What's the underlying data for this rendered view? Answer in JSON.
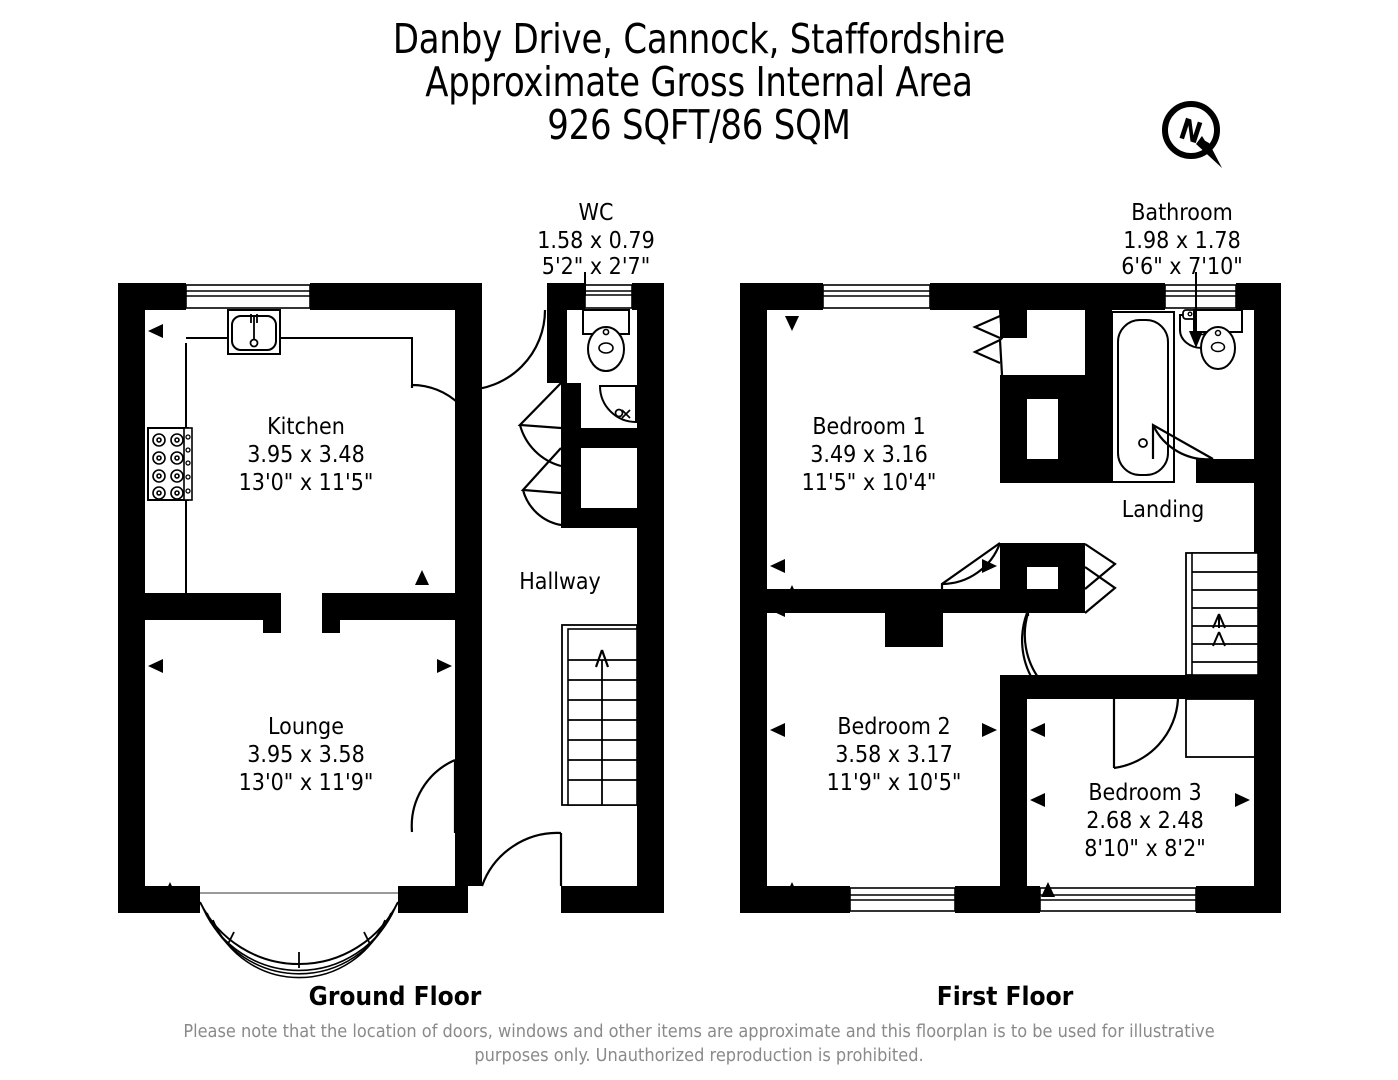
{
  "header": {
    "line1": "Danby Drive, Cannock, Staffordshire",
    "line2": "Approximate Gross Internal Area",
    "line3": "926 SQFT/86 SQM"
  },
  "compass": {
    "label": "N",
    "icon": "compass-north-icon"
  },
  "floors": [
    {
      "id": "ground",
      "caption": "Ground Floor",
      "rooms": [
        {
          "name": "Kitchen",
          "metric": "3.95 x 3.48",
          "imperial": "13'0\" x 11'5\""
        },
        {
          "name": "Lounge",
          "metric": "3.95 x 3.58",
          "imperial": "13'0\" x 11'9\""
        },
        {
          "name": "Hallway",
          "metric": "",
          "imperial": ""
        },
        {
          "name": "WC",
          "metric": "1.58 x 0.79",
          "imperial": "5'2\" x 2'7\""
        }
      ]
    },
    {
      "id": "first",
      "caption": "First Floor",
      "rooms": [
        {
          "name": "Bedroom 1",
          "metric": "3.49 x 3.16",
          "imperial": "11'5\" x 10'4\""
        },
        {
          "name": "Bedroom 2",
          "metric": "3.58 x 3.17",
          "imperial": "11'9\" x 10'5\""
        },
        {
          "name": "Bedroom 3",
          "metric": "2.68 x 2.48",
          "imperial": "8'10\" x 8'2\""
        },
        {
          "name": "Bathroom",
          "metric": "1.98 x 1.78",
          "imperial": "6'6\" x 7'10\""
        },
        {
          "name": "Landing",
          "metric": "",
          "imperial": ""
        }
      ]
    }
  ],
  "labels": {
    "kitchen_name": "Kitchen",
    "kitchen_metric": "3.95 x 3.48",
    "kitchen_imperial": "13'0\" x 11'5\"",
    "lounge_name": "Lounge",
    "lounge_metric": "3.95 x 3.58",
    "lounge_imperial": "13'0\" x 11'9\"",
    "hallway_name": "Hallway",
    "wc_name": "WC",
    "wc_metric": "1.58 x 0.79",
    "wc_imperial": "5'2\" x 2'7\"",
    "bed1_name": "Bedroom 1",
    "bed1_metric": "3.49 x 3.16",
    "bed1_imperial": "11'5\" x 10'4\"",
    "bed2_name": "Bedroom 2",
    "bed2_metric": "3.58 x 3.17",
    "bed2_imperial": "11'9\" x 10'5\"",
    "bed3_name": "Bedroom 3",
    "bed3_metric": "2.68 x 2.48",
    "bed3_imperial": "8'10\" x 8'2\"",
    "bath_name": "Bathroom",
    "bath_metric": "1.98 x 1.78",
    "bath_imperial": "6'6\" x 7'10\"",
    "landing_name": "Landing"
  },
  "captions": {
    "ground": "Ground Floor",
    "first": "First Floor"
  },
  "footer": {
    "line1": "Please note that the location of doors, windows and other items are approximate and this floorplan is to be used for illustrative",
    "line2": "purposes only. Unauthorized reproduction is prohibited."
  },
  "colors": {
    "wall": "#000000",
    "background": "#ffffff",
    "footer_text": "#8a8a8a"
  }
}
